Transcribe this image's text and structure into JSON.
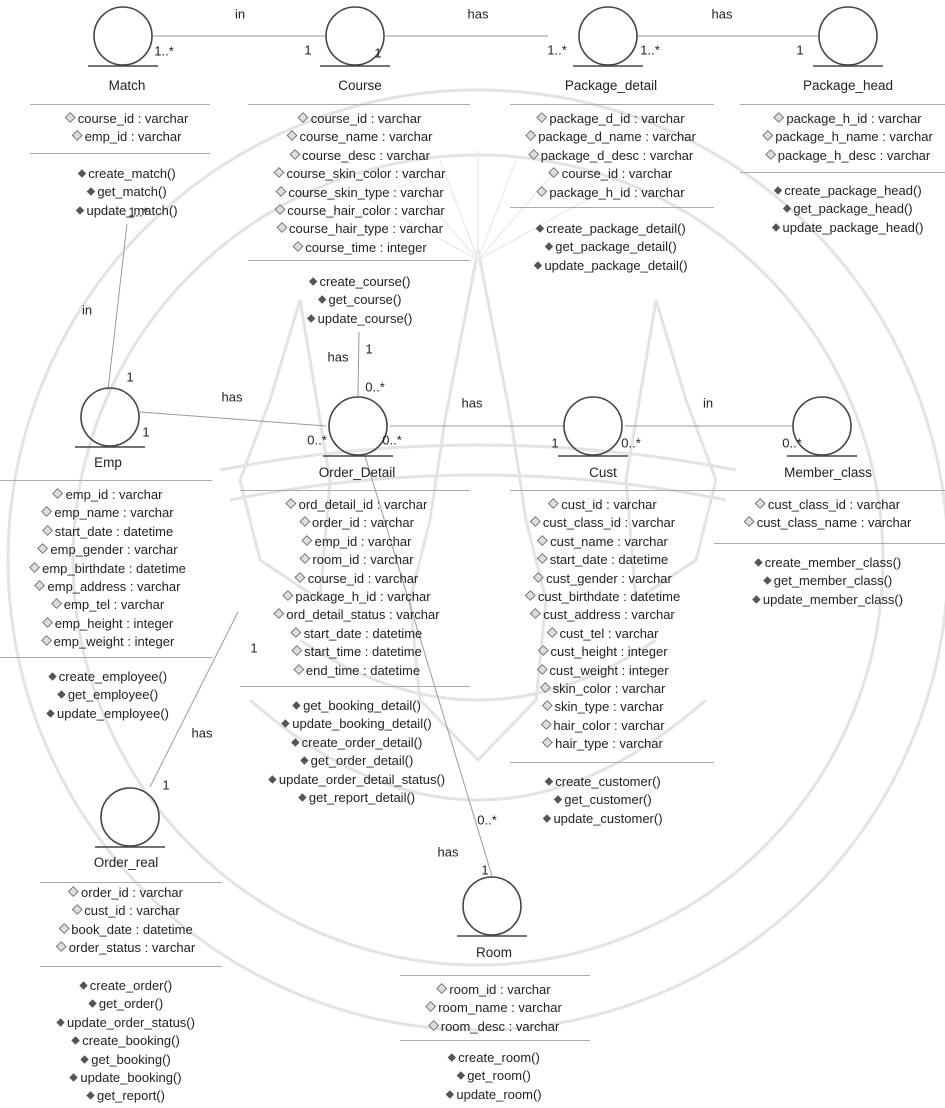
{
  "classes": {
    "match": {
      "name": "Match",
      "attrs": [
        "course_id : varchar",
        "emp_id : varchar"
      ],
      "ops": [
        "create_match()",
        "get_match()",
        "update_match()"
      ]
    },
    "course": {
      "name": "Course",
      "attrs": [
        "course_id : varchar",
        "course_name : varchar",
        "course_desc : varchar",
        "course_skin_color : varchar",
        "course_skin_type : varchar",
        "course_hair_color : varchar",
        "course_hair_type : varchar",
        "course_time : integer"
      ],
      "ops": [
        "create_course()",
        "get_course()",
        "update_course()"
      ]
    },
    "package_detail": {
      "name": "Package_detail",
      "attrs": [
        "package_d_id : varchar",
        "package_d_name : varchar",
        "package_d_desc : varchar",
        "course_id : varchar",
        "package_h_id : varchar"
      ],
      "ops": [
        "create_package_detail()",
        "get_package_detail()",
        "update_package_detail()"
      ]
    },
    "package_head": {
      "name": "Package_head",
      "attrs": [
        "package_h_id : varchar",
        "package_h_name : varchar",
        "package_h_desc : varchar"
      ],
      "ops": [
        "create_package_head()",
        "get_package_head()",
        "update_package_head()"
      ]
    },
    "emp": {
      "name": "Emp",
      "attrs": [
        "emp_id : varchar",
        "emp_name : varchar",
        "start_date : datetime",
        "emp_gender : varchar",
        "emp_birthdate : datetime",
        "emp_address : varchar",
        "emp_tel : varchar",
        "emp_height : integer",
        "emp_weight : integer"
      ],
      "ops": [
        "create_employee()",
        "get_employee()",
        "update_employee()"
      ]
    },
    "order_detail": {
      "name": "Order_Detail",
      "attrs": [
        "ord_detail_id : varchar",
        "order_id : varchar",
        "emp_id : varchar",
        "room_id : varchar",
        "course_id : varchar",
        "package_h_id : varchar",
        "ord_detail_status : varchar",
        "start_date : datetime",
        "start_time : datetime",
        "end_time : datetime"
      ],
      "ops": [
        "get_booking_detail()",
        "update_booking_detail()",
        "create_order_detail()",
        "get_order_detail()",
        "update_order_detail_status()",
        "get_report_detail()"
      ]
    },
    "cust": {
      "name": "Cust",
      "attrs": [
        "cust_id : varchar",
        "cust_class_id : varchar",
        "cust_name : varchar",
        "start_date : datetime",
        "cust_gender : varchar",
        "cust_birthdate : datetime",
        "cust_address : varchar",
        "cust_tel : varchar",
        "cust_height : integer",
        "cust_weight : integer",
        "skin_color : varchar",
        "skin_type : varchar",
        "hair_color : varchar",
        "hair_type : varchar"
      ],
      "ops": [
        "create_customer()",
        "get_customer()",
        "update_customer()"
      ]
    },
    "member_class": {
      "name": "Member_class",
      "attrs": [
        "cust_class_id : varchar",
        "cust_class_name : varchar"
      ],
      "ops": [
        "create_member_class()",
        "get_member_class()",
        "update_member_class()"
      ]
    },
    "order_real": {
      "name": "Order_real",
      "attrs": [
        "order_id : varchar",
        "cust_id : varchar",
        "book_date : datetime",
        "order_status : varchar"
      ],
      "ops": [
        "create_order()",
        "get_order()",
        "update_order_status()",
        "create_booking()",
        "get_booking()",
        "update_booking()",
        "get_report()"
      ]
    },
    "room": {
      "name": "Room",
      "attrs": [
        "room_id : varchar",
        "room_name : varchar",
        "room_desc : varchar"
      ],
      "ops": [
        "create_room()",
        "get_room()",
        "update_room()"
      ]
    }
  },
  "relation_labels": [
    "in",
    "has",
    "has",
    "in",
    "has",
    "has",
    "has",
    "in",
    "has",
    "has"
  ],
  "multiplicities": [
    "1..*",
    "1",
    "1",
    "1..*",
    "1..*",
    "1",
    "1..*",
    "1",
    "0..*",
    "1",
    "1",
    "0..*",
    "0..*",
    "1",
    "0..*",
    "0..*",
    "1",
    "1",
    "0..*",
    "1"
  ]
}
